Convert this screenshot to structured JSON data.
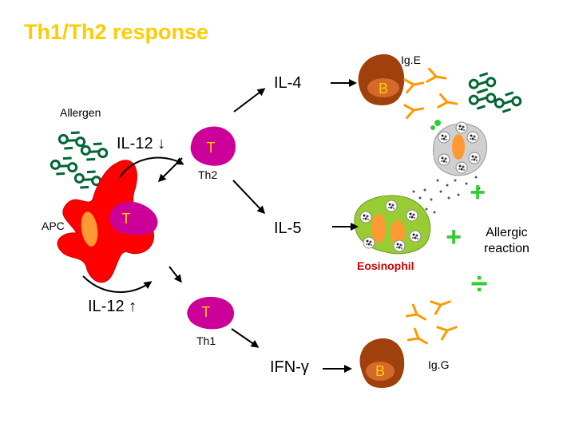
{
  "title": "Th1/Th2 response",
  "labels": {
    "allergen": "Allergen",
    "apc": "APC",
    "il12_down": "IL-12 ↓",
    "il12_up": "IL-12 ↑",
    "il4": "IL-4",
    "il5": "IL-5",
    "ifn": "IFN-γ",
    "th2": "Th2",
    "th1": "Th1",
    "ige": "Ig.E",
    "igg": "Ig.G",
    "eosinophil": "Eosinophil",
    "allergic_reaction_line1": "Allergic",
    "allergic_reaction_line2": "reaction"
  },
  "cell_letters": {
    "t_apc": "T",
    "t_th2": "T",
    "t_th1": "T",
    "b_top": "B",
    "b_bottom": "B"
  },
  "signs": {
    "plus_top": "+",
    "plus_mid": "+",
    "divide": "÷"
  },
  "colors": {
    "title": "#ffcc00",
    "apc": "#ff0000",
    "t_cell": "#cc0099",
    "b_cell": "#a0410d",
    "eosinophil": "#99cc33",
    "granule": "#ff9933",
    "signs": "#33cc33",
    "allergen": "#006633",
    "antibody": "#ff9900"
  },
  "icons": [
    "arrow-icon",
    "allergen-icon",
    "antibody-icon",
    "granule-icon"
  ]
}
